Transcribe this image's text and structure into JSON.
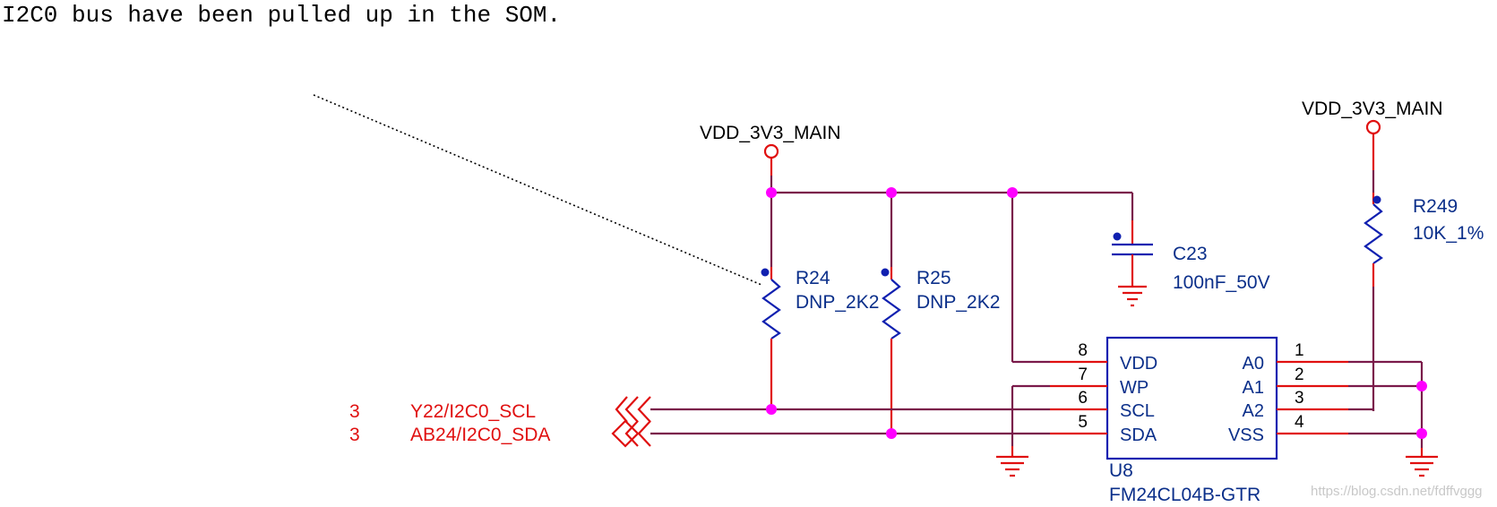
{
  "note": "I2C0 bus have been pulled up in the SOM.",
  "power": {
    "left": "VDD_3V3_MAIN",
    "right": "VDD_3V3_MAIN"
  },
  "resistors": {
    "r24": {
      "ref": "R24",
      "value": "DNP_2K2"
    },
    "r25": {
      "ref": "R25",
      "value": "DNP_2K2"
    },
    "r249": {
      "ref": "R249",
      "value": "10K_1%"
    }
  },
  "capacitor": {
    "ref": "C23",
    "value": "100nF_50V"
  },
  "ic": {
    "ref": "U8",
    "part": "FM24CL04B-GTR",
    "left_pins": [
      {
        "name": "VDD",
        "num": "8"
      },
      {
        "name": "WP",
        "num": "7"
      },
      {
        "name": "SCL",
        "num": "6"
      },
      {
        "name": "SDA",
        "num": "5"
      }
    ],
    "right_pins": [
      {
        "name": "A0",
        "num": "1"
      },
      {
        "name": "A1",
        "num": "2"
      },
      {
        "name": "A2",
        "num": "3"
      },
      {
        "name": "VSS",
        "num": "4"
      }
    ]
  },
  "ports": [
    {
      "sheet": "3",
      "name": "Y22/I2C0_SCL"
    },
    {
      "sheet": "3",
      "name": "AB24/I2C0_SDA"
    }
  ],
  "watermark": "https://blog.csdn.net/fdffvggg",
  "colors": {
    "wire": "#7a1a4a",
    "lead": "#e01010",
    "component": "#1020b0",
    "junction": "#ff00ff",
    "label_blue": "#0b2f8a"
  }
}
